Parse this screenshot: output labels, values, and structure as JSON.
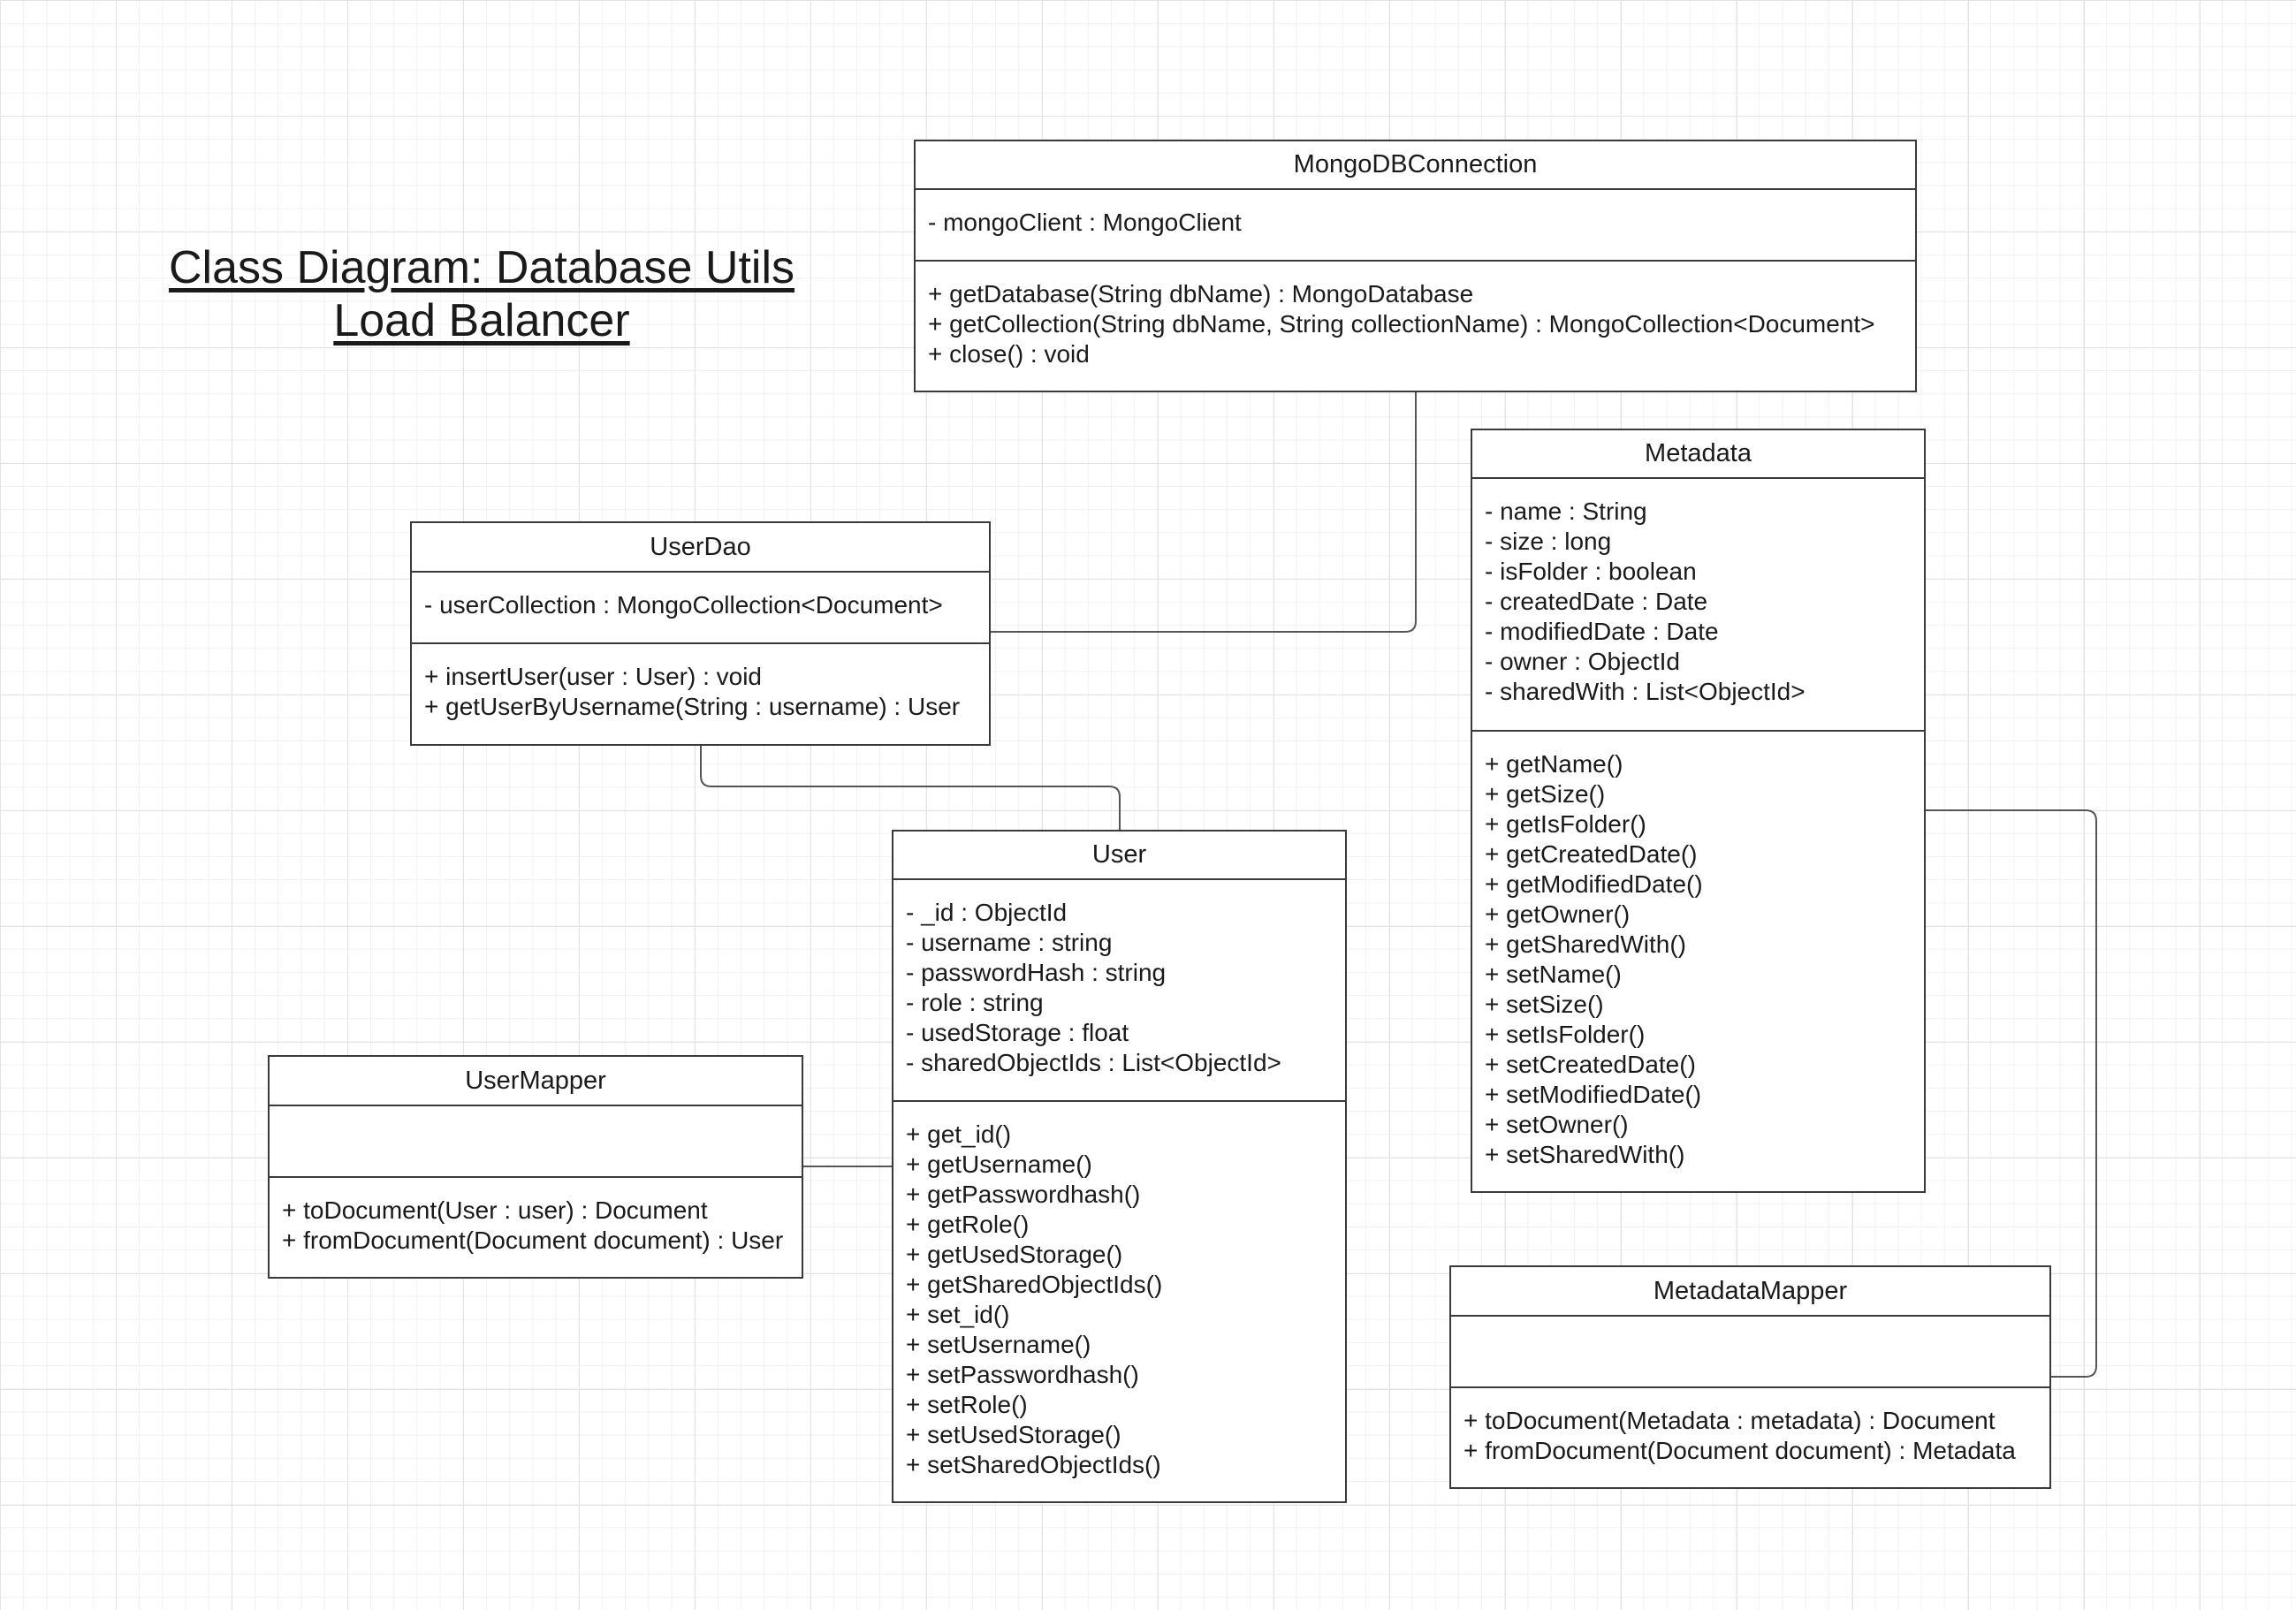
{
  "title": {
    "line1": "Class Diagram: Database Utils",
    "line2": "Load Balancer"
  },
  "classes": {
    "mongo": {
      "name": "MongoDBConnection",
      "attributes": [
        "- mongoClient : MongoClient"
      ],
      "methods": [
        "+ getDatabase(String dbName) : MongoDatabase",
        "+ getCollection(String dbName, String collectionName) : MongoCollection<Document>",
        "+ close() : void"
      ]
    },
    "userDao": {
      "name": "UserDao",
      "attributes": [
        "- userCollection : MongoCollection<Document>"
      ],
      "methods": [
        "+ insertUser(user : User) : void",
        "+ getUserByUsername(String : username) : User"
      ]
    },
    "metadata": {
      "name": "Metadata",
      "attributes": [
        "- name : String",
        "- size : long",
        "- isFolder : boolean",
        "- createdDate : Date",
        "- modifiedDate : Date",
        "- owner : ObjectId",
        "- sharedWith : List<ObjectId>"
      ],
      "methods": [
        "+ getName()",
        "+ getSize()",
        "+ getIsFolder()",
        "+ getCreatedDate()",
        "+ getModifiedDate()",
        "+ getOwner()",
        "+ getSharedWith()",
        "+ setName()",
        "+ setSize()",
        "+ setIsFolder()",
        "+ setCreatedDate()",
        "+ setModifiedDate()",
        "+ setOwner()",
        "+ setSharedWith()"
      ]
    },
    "user": {
      "name": "User",
      "attributes": [
        "- _id : ObjectId",
        "- username : string",
        "- passwordHash : string",
        "- role : string",
        "- usedStorage : float",
        "- sharedObjectIds : List<ObjectId>"
      ],
      "methods": [
        "+ get_id()",
        "+ getUsername()",
        "+ getPasswordhash()",
        "+ getRole()",
        "+ getUsedStorage()",
        "+ getSharedObjectIds()",
        "+ set_id()",
        "+ setUsername()",
        "+ setPasswordhash()",
        "+ setRole()",
        "+ setUsedStorage()",
        "+ setSharedObjectIds()"
      ]
    },
    "userMapper": {
      "name": "UserMapper",
      "attributes": [],
      "methods": [
        "+ toDocument(User : user) : Document",
        "+ fromDocument(Document document) : User"
      ]
    },
    "metadataMapper": {
      "name": "MetadataMapper",
      "attributes": [],
      "methods": [
        "+ toDocument(Metadata : metadata) : Document",
        "+ fromDocument(Document document) : Metadata"
      ]
    }
  }
}
